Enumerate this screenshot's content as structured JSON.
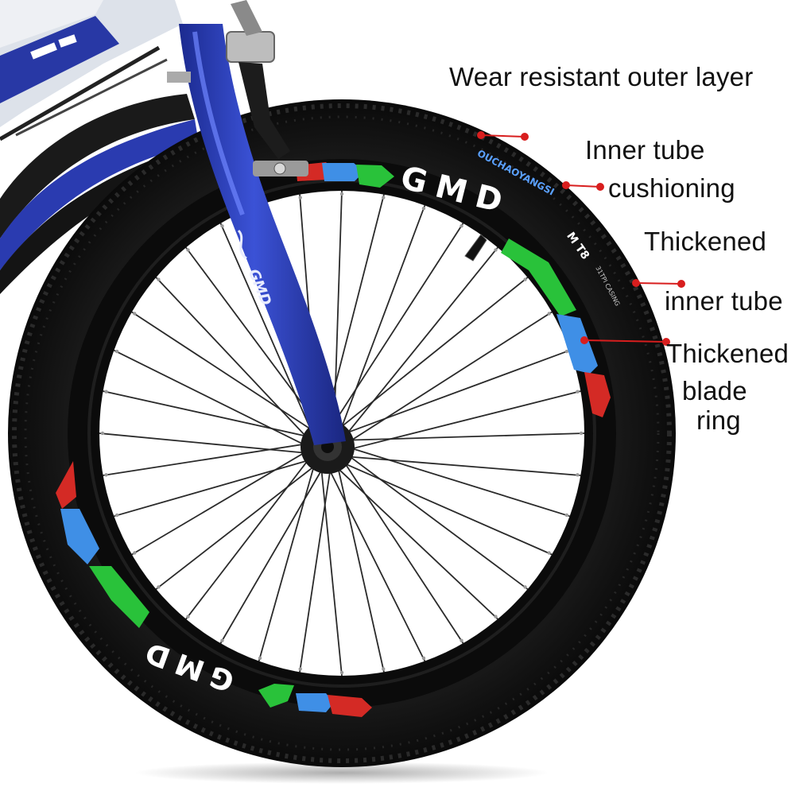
{
  "labels": {
    "wear_resistant": "Wear resistant outer layer",
    "inner_tube_1": "Inner tube",
    "cushioning": "cushioning",
    "thickened_1": "Thickened",
    "inner_tube_2": "inner tube",
    "thickened_2": "Thickened",
    "blade": "blade",
    "ring": "ring"
  },
  "decals": {
    "brand": "GMD",
    "rim_text": "OUCHAOYANGSI",
    "sidewall_text": "M T8",
    "casing_text": "31TPI CASING"
  },
  "colors": {
    "frame_blue": "#2f3fb5",
    "tire_black": "#141414",
    "rim_black": "#0b0b0b",
    "arrow_red": "#d42a25",
    "arrow_blue": "#3f8fe6",
    "arrow_green": "#29c23a",
    "leader_red": "#d81e1e"
  },
  "icons": [
    "leader-dot-icon",
    "arrow-decal-icon"
  ]
}
